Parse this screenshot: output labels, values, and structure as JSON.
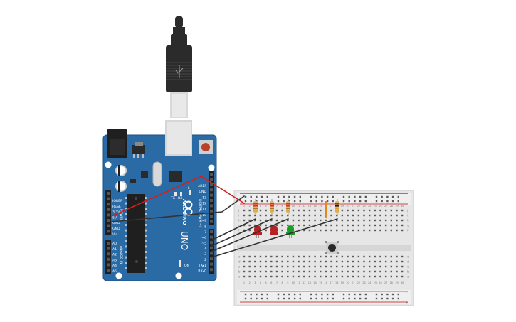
{
  "arduino": {
    "brand": "ARDUINO",
    "model": "UNO",
    "header_digital_title": "DIGITAL (PWM ~)",
    "header_power_title": "POWER",
    "header_analog_title": "ANALOG IN",
    "tx_label": "TX",
    "rx_label": "RX",
    "l_label": "L",
    "on_label": "ON",
    "top_pins": [
      "AREF",
      "GND",
      "13",
      "12",
      "~11",
      "~10",
      "~9",
      "8"
    ],
    "bottom_pins": [
      "7",
      "~6",
      "~5",
      "4",
      "~3",
      "2",
      "TX▸1",
      "RX◂0"
    ],
    "power_pins": [
      "IOREF",
      "RESET",
      "3.3V",
      "5V",
      "GND",
      "GND",
      "Vin"
    ],
    "analog_pins": [
      "A0",
      "A1",
      "A2",
      "A3",
      "A4",
      "A5"
    ]
  },
  "breadboard": {
    "column_numbers": [
      "1",
      "2",
      "3",
      "4",
      "5",
      "6",
      "7",
      "8",
      "9",
      "10",
      "11",
      "12",
      "13",
      "14",
      "15",
      "16",
      "17",
      "18",
      "19",
      "20",
      "21",
      "22",
      "23",
      "24",
      "25",
      "26",
      "27",
      "28",
      "29",
      "30"
    ],
    "rows_top": [
      "j",
      "i",
      "h",
      "g",
      "f"
    ],
    "rows_bottom": [
      "e",
      "d",
      "c",
      "b",
      "a"
    ],
    "rail_plus": "+",
    "rail_minus": "–"
  },
  "components": {
    "leds": [
      {
        "name": "red-led-1",
        "color": "#b82121"
      },
      {
        "name": "red-led-2",
        "color": "#b82121"
      },
      {
        "name": "green-led",
        "color": "#1f9a2c"
      }
    ],
    "wire_colors": {
      "power": "#d22020",
      "signal": "#333333"
    }
  },
  "colors": {
    "board": "#2a6aa5",
    "board_edge": "#1e5286",
    "breadboard": "#e6e6e6",
    "usb_cable": "#2b2b2b"
  }
}
